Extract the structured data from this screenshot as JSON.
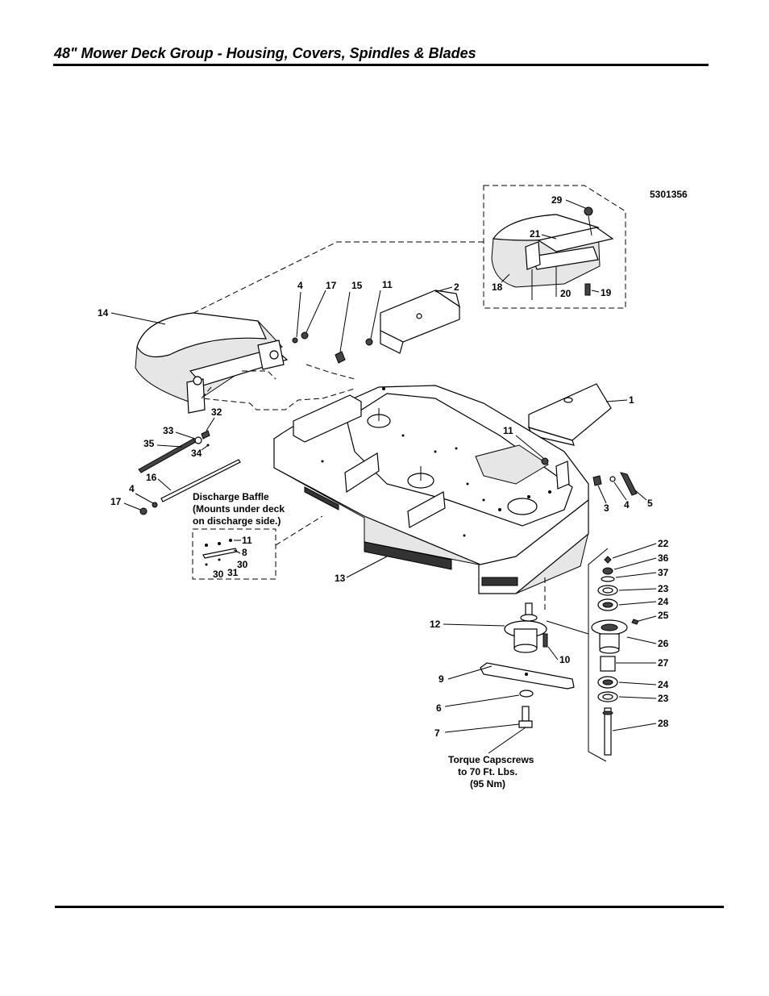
{
  "header": {
    "title": "48\" Mower Deck Group - Housing, Covers, Spindles & Blades"
  },
  "diagram": {
    "drawing_number": "5301356",
    "callouts": [
      {
        "id": "c-29",
        "text": "29"
      },
      {
        "id": "c-21",
        "text": "21"
      },
      {
        "id": "c-18",
        "text": "18"
      },
      {
        "id": "c-20",
        "text": "20"
      },
      {
        "id": "c-19",
        "text": "19"
      },
      {
        "id": "c-14",
        "text": "14"
      },
      {
        "id": "c-4a",
        "text": "4"
      },
      {
        "id": "c-17a",
        "text": "17"
      },
      {
        "id": "c-15",
        "text": "15"
      },
      {
        "id": "c-11a",
        "text": "11"
      },
      {
        "id": "c-2",
        "text": "2"
      },
      {
        "id": "c-1",
        "text": "1"
      },
      {
        "id": "c-11b",
        "text": "11"
      },
      {
        "id": "c-32",
        "text": "32"
      },
      {
        "id": "c-33",
        "text": "33"
      },
      {
        "id": "c-35",
        "text": "35"
      },
      {
        "id": "c-34",
        "text": "34"
      },
      {
        "id": "c-16",
        "text": "16"
      },
      {
        "id": "c-4b",
        "text": "4"
      },
      {
        "id": "c-17b",
        "text": "17"
      },
      {
        "id": "c-3",
        "text": "3"
      },
      {
        "id": "c-4c",
        "text": "4"
      },
      {
        "id": "c-5",
        "text": "5"
      },
      {
        "id": "c-11c",
        "text": "11"
      },
      {
        "id": "c-8",
        "text": "8"
      },
      {
        "id": "c-30a",
        "text": "30"
      },
      {
        "id": "c-30b",
        "text": "30"
      },
      {
        "id": "c-31",
        "text": "31"
      },
      {
        "id": "c-13",
        "text": "13"
      },
      {
        "id": "c-22",
        "text": "22"
      },
      {
        "id": "c-36",
        "text": "36"
      },
      {
        "id": "c-37",
        "text": "37"
      },
      {
        "id": "c-23a",
        "text": "23"
      },
      {
        "id": "c-24a",
        "text": "24"
      },
      {
        "id": "c-25",
        "text": "25"
      },
      {
        "id": "c-26",
        "text": "26"
      },
      {
        "id": "c-27",
        "text": "27"
      },
      {
        "id": "c-24b",
        "text": "24"
      },
      {
        "id": "c-23b",
        "text": "23"
      },
      {
        "id": "c-28",
        "text": "28"
      },
      {
        "id": "c-12",
        "text": "12"
      },
      {
        "id": "c-10",
        "text": "10"
      },
      {
        "id": "c-9",
        "text": "9"
      },
      {
        "id": "c-6",
        "text": "6"
      },
      {
        "id": "c-7",
        "text": "7"
      }
    ],
    "baffle_note": [
      "Discharge Baffle",
      "(Mounts under deck",
      "on discharge side.)"
    ],
    "torque_note": [
      "Torque Capscrews",
      "to 70 Ft. Lbs.",
      "(95 Nm)"
    ]
  }
}
